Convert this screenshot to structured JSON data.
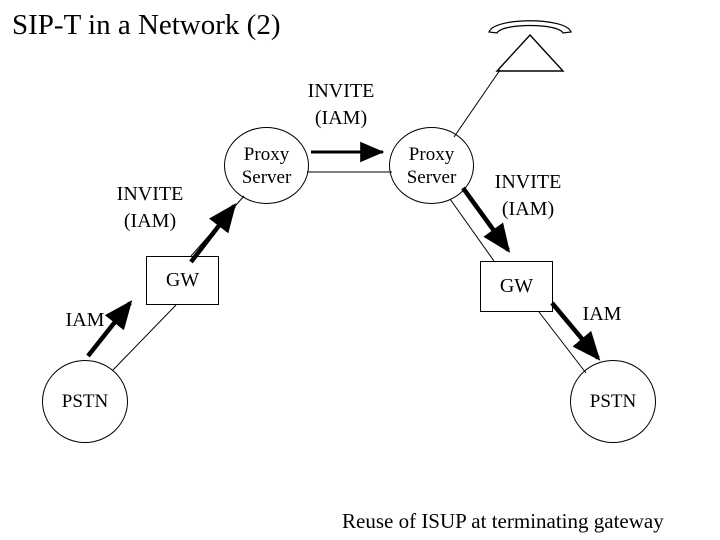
{
  "slide": {
    "title": "SIP-T in a Network (2)",
    "caption": "Reuse of ISUP at terminating gateway",
    "background_color": "#FFFFFF",
    "stroke_color": "#000000"
  },
  "nodes": {
    "proxy_left": {
      "label": "Proxy\nServer",
      "shape": "circle"
    },
    "proxy_right": {
      "label": "Proxy\nServer",
      "shape": "circle"
    },
    "gateway_left": {
      "label": "GW",
      "shape": "rectangle"
    },
    "gateway_right": {
      "label": "GW",
      "shape": "rectangle"
    },
    "pstn_left": {
      "label": "PSTN",
      "shape": "circle"
    },
    "pstn_right": {
      "label": "PSTN",
      "shape": "circle"
    },
    "antenna": {
      "label": "",
      "shape": "antenna"
    }
  },
  "flows": [
    {
      "id": "invite-originating",
      "label": "INVITE\n(IAM)"
    },
    {
      "id": "invite-proxy-to-proxy",
      "label": "INVITE\n(IAM)"
    },
    {
      "id": "invite-terminating",
      "label": "INVITE\n(IAM)"
    },
    {
      "id": "iam-originating",
      "label": "IAM"
    },
    {
      "id": "iam-terminating",
      "label": "IAM"
    }
  ]
}
